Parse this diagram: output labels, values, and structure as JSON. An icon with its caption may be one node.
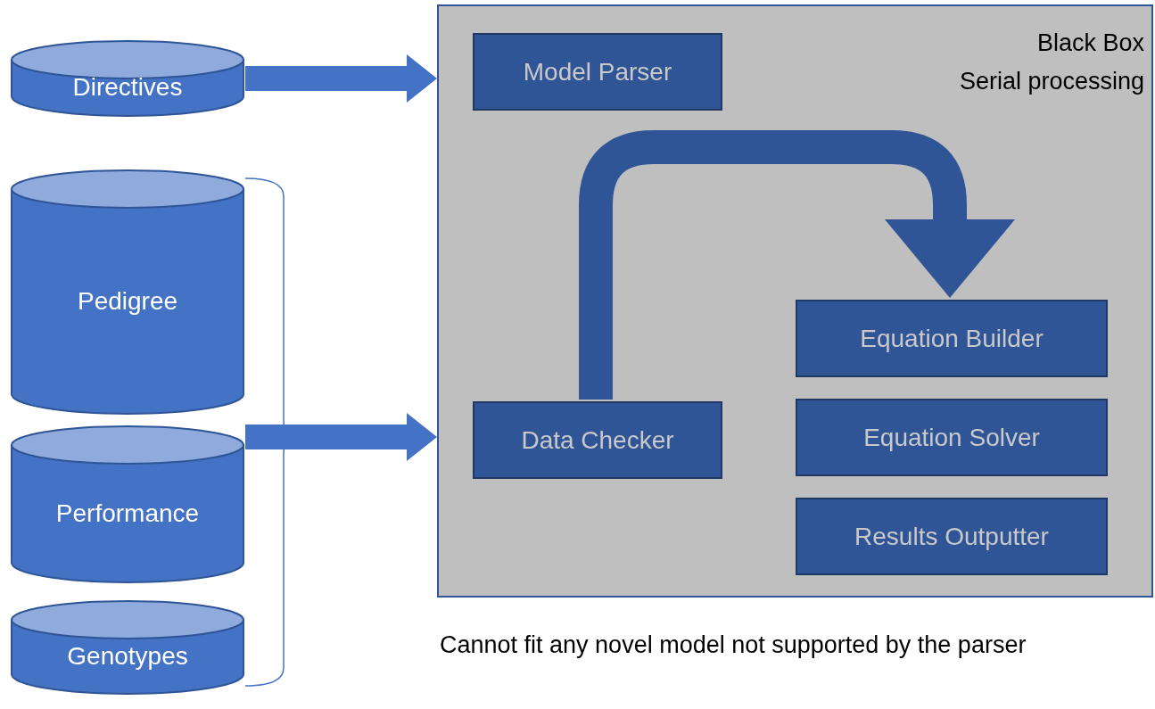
{
  "diagram": {
    "nodes": [
      {
        "text": [
          "Directives"
        ]
      },
      {
        "text": [
          "Pedigree"
        ]
      },
      {
        "text": [
          "Performance"
        ]
      },
      {
        "text": [
          "Genotypes"
        ]
      },
      {
        "text": [
          "Black Box",
          "Serial processing"
        ]
      },
      {
        "text": [
          "Model Parser"
        ],
        "in": 4
      },
      {
        "text": [
          "Data Checker"
        ],
        "in": 4
      },
      {
        "text": [
          "Equation Builder"
        ],
        "in": 4
      },
      {
        "text": [
          "Equation Solver"
        ],
        "in": 4
      },
      {
        "text": [
          "Results Outputter"
        ],
        "in": 4
      }
    ],
    "edges": [
      {
        "from": 0,
        "to": 4,
        "arrow": "to"
      },
      {
        "from": 1,
        "to": 4,
        "arrow": "to"
      },
      {
        "from": 2,
        "to": 4,
        "arrow": "to"
      },
      {
        "from": 3,
        "to": 4,
        "arrow": "to"
      },
      {
        "from": 6,
        "to": 7,
        "arrow": "to",
        "color": "#2f5597"
      }
    ],
    "labels": [
      "Cannot fit any novel model not supported by the parser"
    ]
  }
}
